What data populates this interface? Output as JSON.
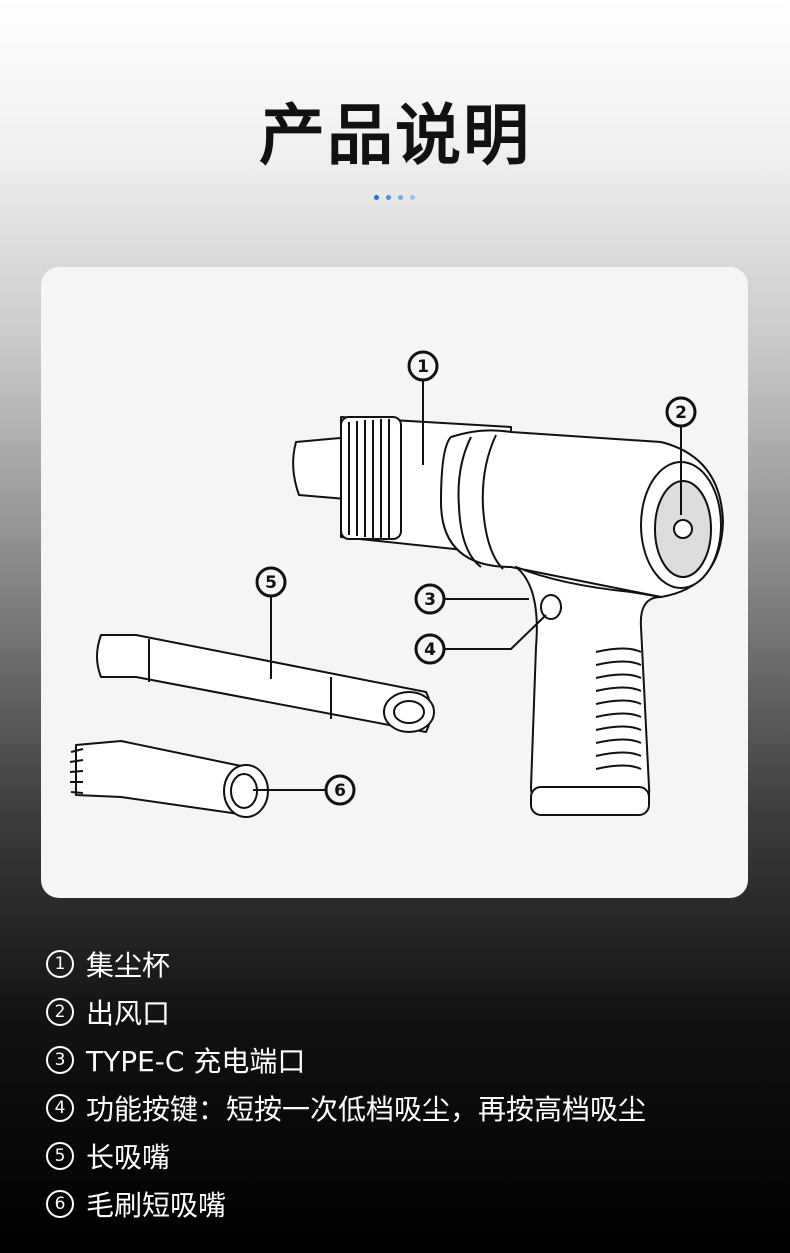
{
  "title": "产品说明",
  "dots_colors": [
    "#1e73d6",
    "#4a8fe0",
    "#7aa9e6",
    "#9fbfe8"
  ],
  "callouts": [
    "1",
    "2",
    "3",
    "4",
    "5",
    "6"
  ],
  "legend": [
    {
      "num": "1",
      "text": "集尘杯"
    },
    {
      "num": "2",
      "text": "出风口"
    },
    {
      "num": "3",
      "text": "TYPE-C 充电端口"
    },
    {
      "num": "4",
      "text": "功能按键：短按一次低档吸尘，再按高档吸尘"
    },
    {
      "num": "5",
      "text": "长吸嘴"
    },
    {
      "num": "6",
      "text": "毛刷短吸嘴"
    }
  ]
}
